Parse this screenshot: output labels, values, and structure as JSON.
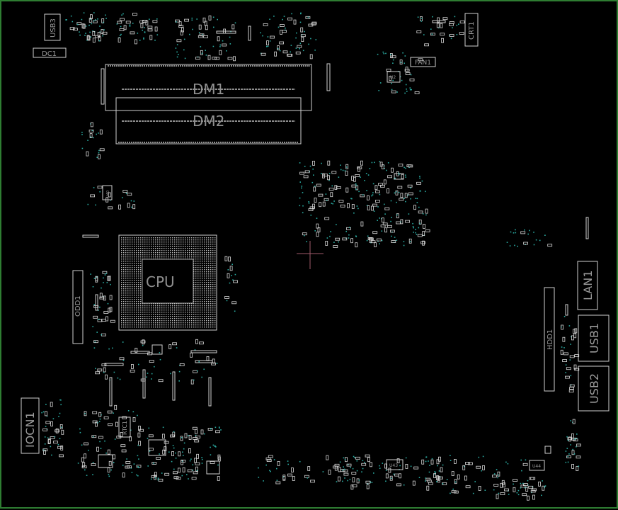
{
  "board": {
    "border_color": "#2e7d32",
    "background": "#000000",
    "outline_color": "#cfcfcf",
    "via_color": "#2aa9a0",
    "cursor_color": "#a05a6a"
  },
  "labels": {
    "usb3": "USB3",
    "dc1": "DC1",
    "dm1": "DM1",
    "dm2": "DM2",
    "fan1": "FAN1",
    "crt1": "CRT1",
    "u2": "U2",
    "cpu": "CPU",
    "odd1": "ODD1",
    "lan1": "LAN1",
    "hdd1": "HDD1",
    "usb1": "USB1",
    "usb2": "USB2",
    "iocn1": "IOCN1",
    "rtc1": "RTC1",
    "u43": "U43",
    "u44": "U44",
    "u40": "U40"
  }
}
